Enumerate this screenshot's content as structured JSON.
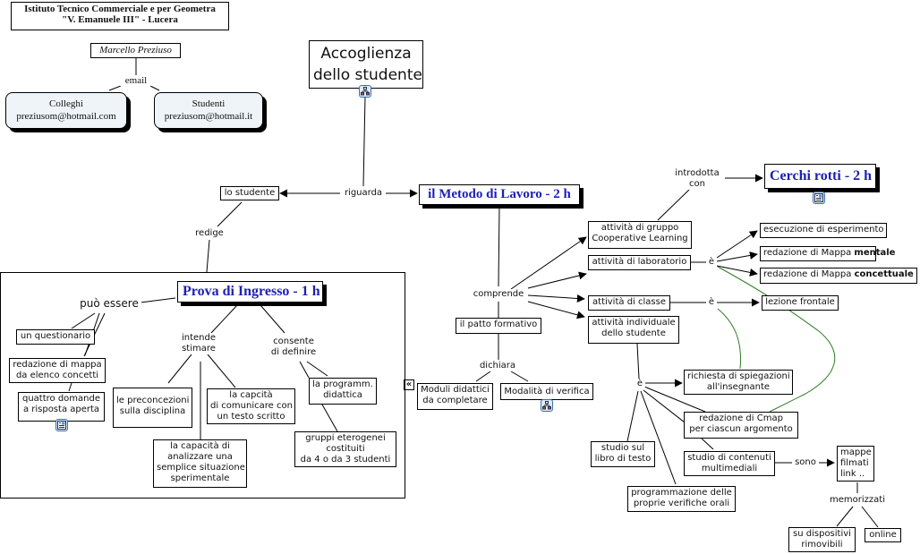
{
  "header": {
    "school_line1": "Istituto Tecnico Commerciale e per Geometra",
    "school_line2": "\"V. Emanuele III\" - Lucera"
  },
  "author": {
    "name": "Marcello Preziuso",
    "link_label": "email",
    "contacts": [
      {
        "label": "Colleghi",
        "email": "preziusom@hotmail.com"
      },
      {
        "label": "Studenti",
        "email": "preziusom@hotmail.it"
      }
    ]
  },
  "concepts": {
    "accoglienza_1": "Accoglienza",
    "accoglienza_2": "dello studente",
    "lo_studente": "lo studente",
    "metodo": "il Metodo di Lavoro - 2 h",
    "cerchi": "Cerchi rotti - 2 h",
    "prova": "Prova di Ingresso - 1 h",
    "gruppo_1": "attività di gruppo",
    "gruppo_2": "Cooperative Learning",
    "laboratorio": "attività di laboratorio",
    "classe": "attività di classe",
    "individuale_1": "attività individuale",
    "individuale_2": "dello studente",
    "esperimento": "esecuzione di esperimento",
    "mentale_pre": "redazione di Mappa ",
    "mentale_bold": "mentale",
    "concettuale_pre": "redazione di Mappa ",
    "concettuale_bold": "concettuale",
    "lezione": "lezione frontale",
    "patto": "il patto formativo",
    "moduli_1": "Moduli didattici",
    "moduli_2": "da completare",
    "verifica": "Modalità di verifica",
    "spiegazioni_1": "richiesta di spiegazioni",
    "spiegazioni_2": "all'insegnante",
    "cmap_1": "redazione di Cmap",
    "cmap_2": "per ciascun argomento",
    "libro_1": "studio sul",
    "libro_2": "libro di testo",
    "multimediali_1": "studio di contenuti",
    "multimediali_2": "multimediali",
    "programmazione_1": "programmazione delle",
    "programmazione_2": "proprie verifiche orali",
    "mappe_1": "mappe",
    "mappe_2": "filmati",
    "mappe_3": "link ..",
    "dispositivi_1": "su dispositivi",
    "dispositivi_2": "rimovibili",
    "online": "online",
    "questionario": "un questionario",
    "redazione_mappa_1": "redazione di mappa",
    "redazione_mappa_2": "da elenco concetti",
    "domande_1": "quattro domande",
    "domande_2": "a risposta aperta",
    "preconcezioni_1": "le preconcezioni",
    "preconcezioni_2": "sulla disciplina",
    "analizzare_1": "la capacità di",
    "analizzare_2": "analizzare una",
    "analizzare_3": "semplice situazione",
    "analizzare_4": "sperimentale",
    "comunicare_1": "la capcità",
    "comunicare_2": "di comunicare con",
    "comunicare_3": "un testo scritto",
    "programm_1": "la programm.",
    "programm_2": "didattica",
    "gruppi_1": "gruppi eterogenei",
    "gruppi_2": "costituiti",
    "gruppi_3": "da 4 o da 3 studenti"
  },
  "links": {
    "riguarda": "riguarda",
    "redige": "redige",
    "comprende": "comprende",
    "introdotta_1": "introdotta",
    "introdotta_2": "con",
    "e_lab": "è",
    "e_classe": "è",
    "e_ind": "è",
    "dichiara": "dichiara",
    "sono": "sono",
    "memorizzati": "memorizzati",
    "puo_essere": "può essere",
    "intende_1": "intende",
    "intende_2": "stimare",
    "consente_1": "consente",
    "consente_2": "di definire"
  },
  "icons": {
    "accoglienza": "concept-map-icon",
    "cerchi": "document-image-icon",
    "verifica": "concept-map-icon",
    "domande": "document-image-icon",
    "collapse": "collapse-left-icon"
  },
  "colors": {
    "title_blue": "#1c1fb5",
    "cross_link_green": "#2e7d24",
    "contact_bg": "#eef4f7"
  }
}
